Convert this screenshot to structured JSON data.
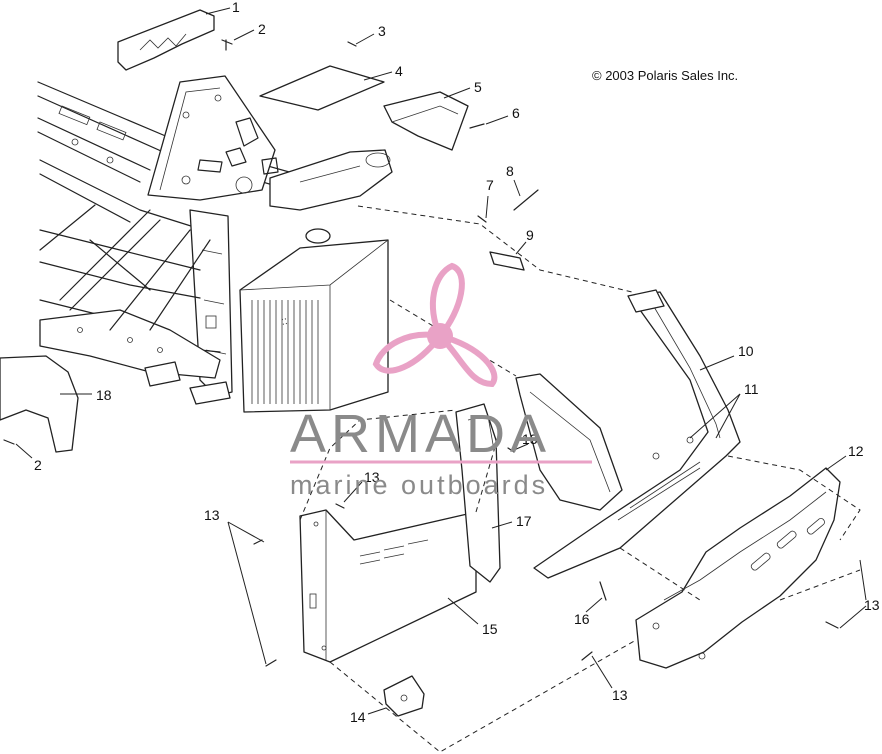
{
  "copyright": "© 2003 Polaris Sales Inc.",
  "watermark": {
    "brand": "ARMADA",
    "tagline": "marine outboards",
    "color_text": "#8a8a8a",
    "color_accent": "#e9a2c6",
    "logo_icon": "propeller-icon"
  },
  "callouts": {
    "c1": "1",
    "c2a": "2",
    "c3": "3",
    "c4": "4",
    "c5": "5",
    "c6": "6",
    "c7": "7",
    "c8": "8",
    "c9": "9",
    "c10": "10",
    "c11": "11",
    "c12": "12",
    "c13a": "13",
    "c13b": "13",
    "c13c": "13",
    "c13d": "13",
    "c13e": "13",
    "c14": "14",
    "c15": "15",
    "c16": "16",
    "c17": "17",
    "c18": "18",
    "c2b": "2"
  }
}
